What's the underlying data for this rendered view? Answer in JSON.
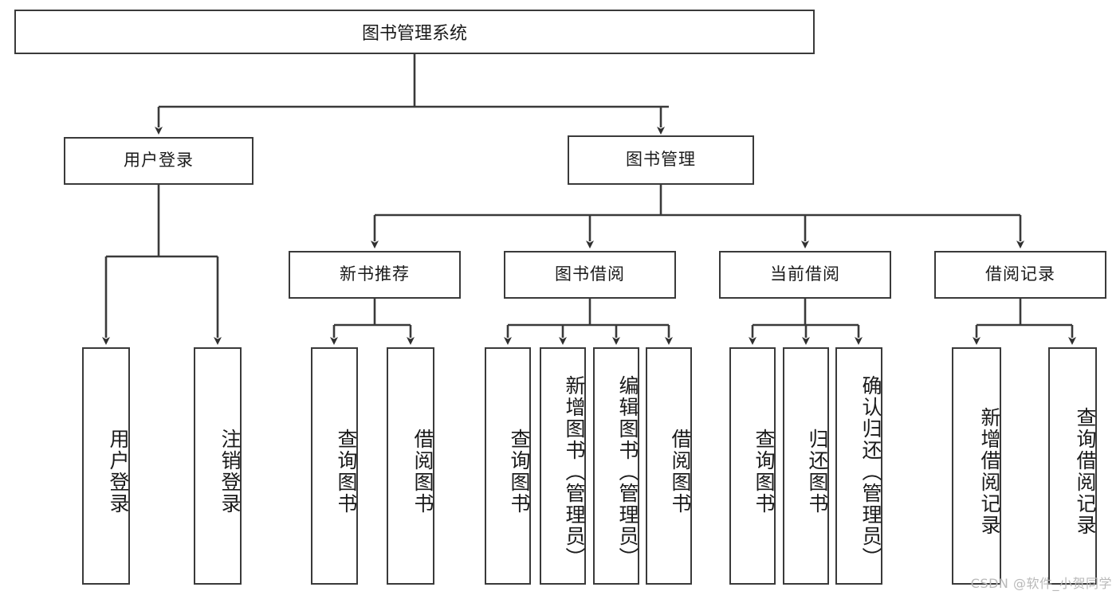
{
  "diagram": {
    "type": "tree-hierarchy",
    "title": "图书管理系统",
    "watermark": "CSDN @软件_小贺同学",
    "colors": {
      "stroke": "#3a3a3a",
      "fill": "#ffffff",
      "text": "#1a1a1a",
      "watermark": "#b9b9b9"
    },
    "levels": {
      "root": {
        "label": "图书管理系统"
      },
      "level2": [
        {
          "label": "用户登录"
        },
        {
          "label": "图书管理"
        }
      ],
      "level3": [
        {
          "label": "新书推荐"
        },
        {
          "label": "图书借阅"
        },
        {
          "label": "当前借阅"
        },
        {
          "label": "借阅记录"
        }
      ],
      "leaves": {
        "user_login": [
          {
            "label": "用户登录"
          },
          {
            "label": "注销登录"
          }
        ],
        "new_book": [
          {
            "label": "查询图书"
          },
          {
            "label": "借阅图书"
          }
        ],
        "book_borrow": [
          {
            "label": "查询图书"
          },
          {
            "label": "新增图书（管理员）"
          },
          {
            "label": "编辑图书（管理员）"
          },
          {
            "label": "借阅图书"
          }
        ],
        "current_borrow": [
          {
            "label": "查询图书"
          },
          {
            "label": "归还图书"
          },
          {
            "label": "确认归还（管理员）"
          }
        ],
        "borrow_record": [
          {
            "label": "新增借阅记录"
          },
          {
            "label": "查询借阅记录"
          }
        ]
      }
    }
  }
}
